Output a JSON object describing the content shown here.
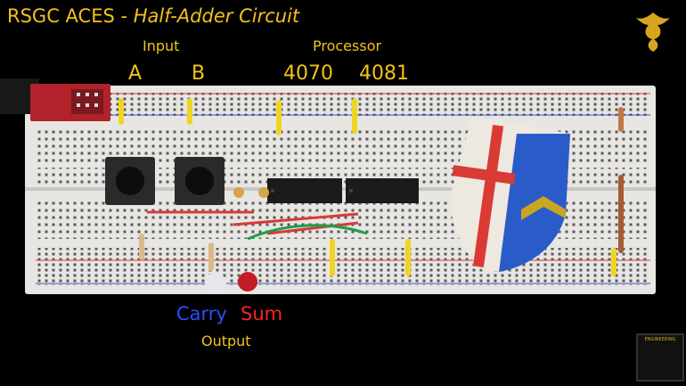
{
  "header": {
    "title_main": "RSGC ACES - ",
    "title_italic": "Half-Adder Circuit"
  },
  "labels": {
    "input": "Input",
    "processor": "Processor",
    "a": "A",
    "b": "B",
    "chip_4070": "4070",
    "chip_4081": "4081",
    "carry": "Carry",
    "sum": "Sum",
    "output": "Output"
  },
  "badge": {
    "text": "ENGINEERING"
  },
  "colors": {
    "accent": "#f2c21a",
    "carry": "#2b4dff",
    "sum": "#ff2222",
    "breadboard": "#eceae6"
  },
  "icons": [
    "dragon-logo-icon",
    "engineering-studio-badge-icon",
    "shield-crest-icon"
  ]
}
